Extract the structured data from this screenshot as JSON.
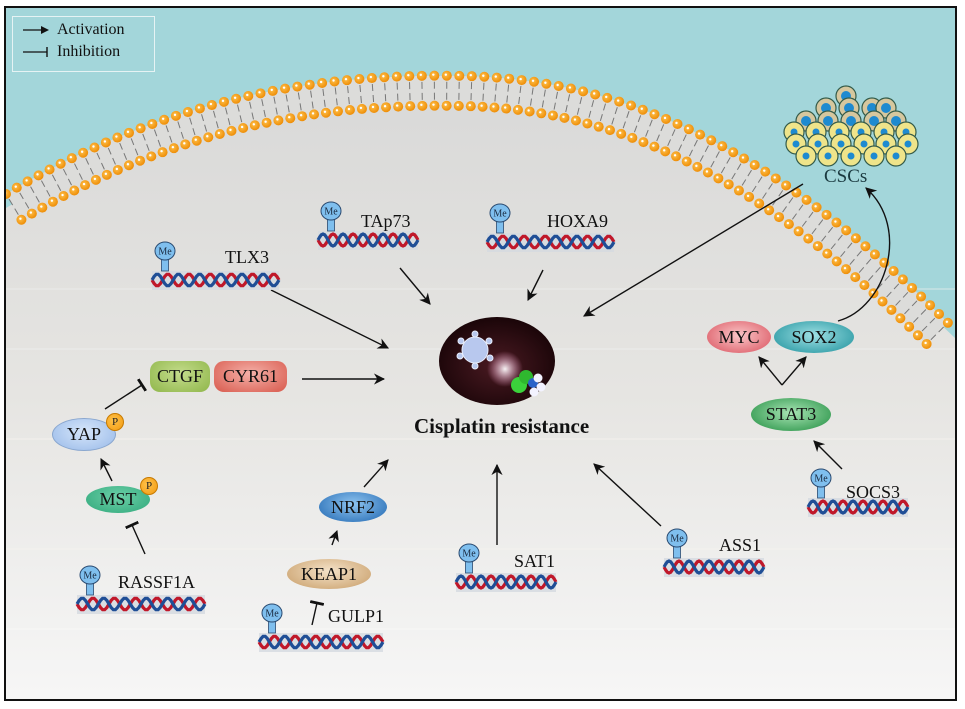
{
  "legend": {
    "activation_label": "Activation",
    "inhibition_label": "Inhibition"
  },
  "central": {
    "label": "Cisplatin resistance"
  },
  "csc": {
    "label": "CSCs"
  },
  "methylation_mark": "Me",
  "phospho_mark": "P",
  "methylated_genes": {
    "tlx3": "TLX3",
    "tap73": "TAp73",
    "hoxa9": "HOXA9",
    "rassf1a": "RASSF1A",
    "gulp1": "GULP1",
    "sat1": "SAT1",
    "ass1": "ASS1",
    "socs3": "SOCS3"
  },
  "proteins": {
    "ctgf": "CTGF",
    "cyr61": "CYR61",
    "yap": "YAP",
    "mst": "MST",
    "keap1": "KEAP1",
    "nrf2": "NRF2",
    "myc": "MYC",
    "sox2": "SOX2",
    "stat3": "STAT3"
  },
  "colors": {
    "extracellular": "#a3d6da",
    "cytoplasm": "#e2e2e0",
    "lipid_head": "#f39c12",
    "dna_red": "#c0182a",
    "dna_blue": "#1f4e96",
    "me_bulb": "#7fbfee",
    "ctgf": "#9cc15a",
    "cyr61": "#e07064",
    "yap": "#a9c8ee",
    "mst": "#3cb48a",
    "keap1": "#d8b88e",
    "nrf2": "#2f7cc4",
    "myc": "#e0707a",
    "sox2": "#2d9ea8",
    "stat3": "#2e9a4e"
  }
}
